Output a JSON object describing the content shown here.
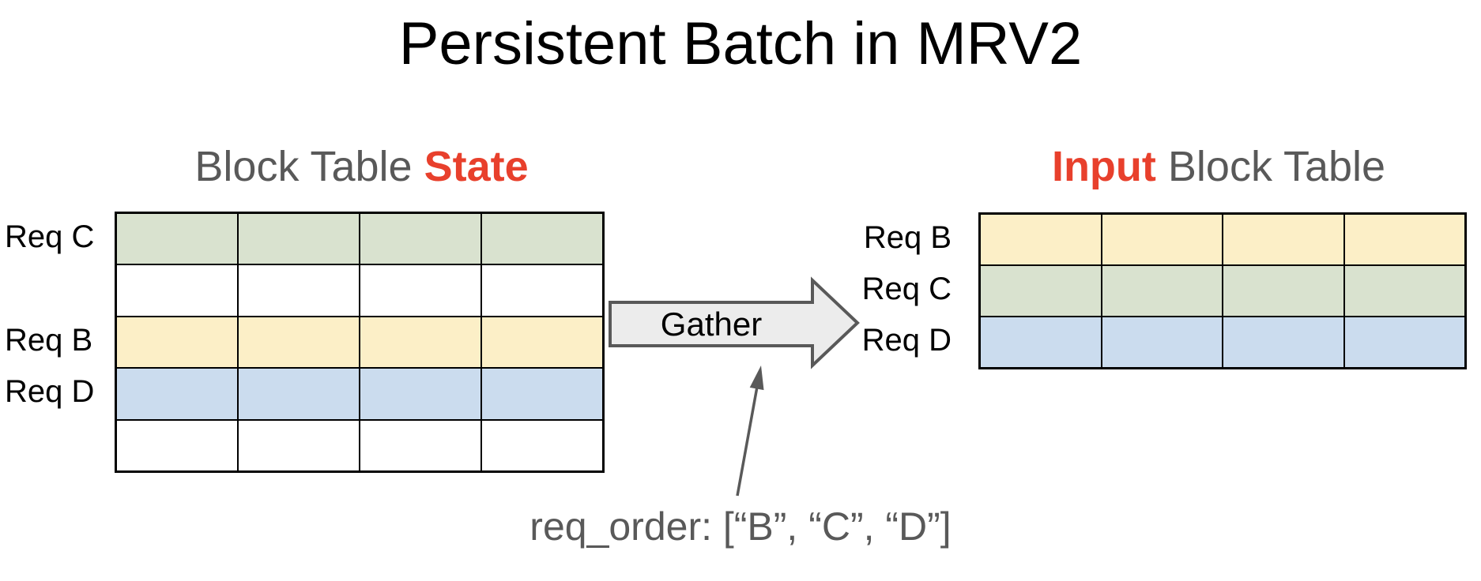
{
  "title": "Persistent Batch in MRV2",
  "colors": {
    "green": "#d9e2cf",
    "yellow": "#fcefc7",
    "blue": "#cbdcee",
    "white": "#ffffff",
    "red": "#e8402c",
    "gray_text": "#595959",
    "border": "#000000",
    "arrow_fill": "#ececec",
    "arrow_stroke": "#595959"
  },
  "left_table": {
    "heading": {
      "prefix": "Block Table ",
      "highlight": "State"
    },
    "columns": 4,
    "rows": [
      {
        "label": "Req C",
        "color": "green"
      },
      {
        "label": "",
        "color": "white"
      },
      {
        "label": "Req B",
        "color": "yellow"
      },
      {
        "label": "Req D",
        "color": "blue"
      },
      {
        "label": "",
        "color": "white"
      }
    ]
  },
  "right_table": {
    "heading": {
      "highlight": "Input",
      "suffix": " Block Table"
    },
    "columns": 4,
    "rows": [
      {
        "label": "Req B",
        "color": "yellow"
      },
      {
        "label": "Req C",
        "color": "green"
      },
      {
        "label": "Req D",
        "color": "blue"
      }
    ]
  },
  "gather_arrow": {
    "label": "Gather"
  },
  "annotation": {
    "text": "req_order: [“B”, “C”, “D”]"
  }
}
